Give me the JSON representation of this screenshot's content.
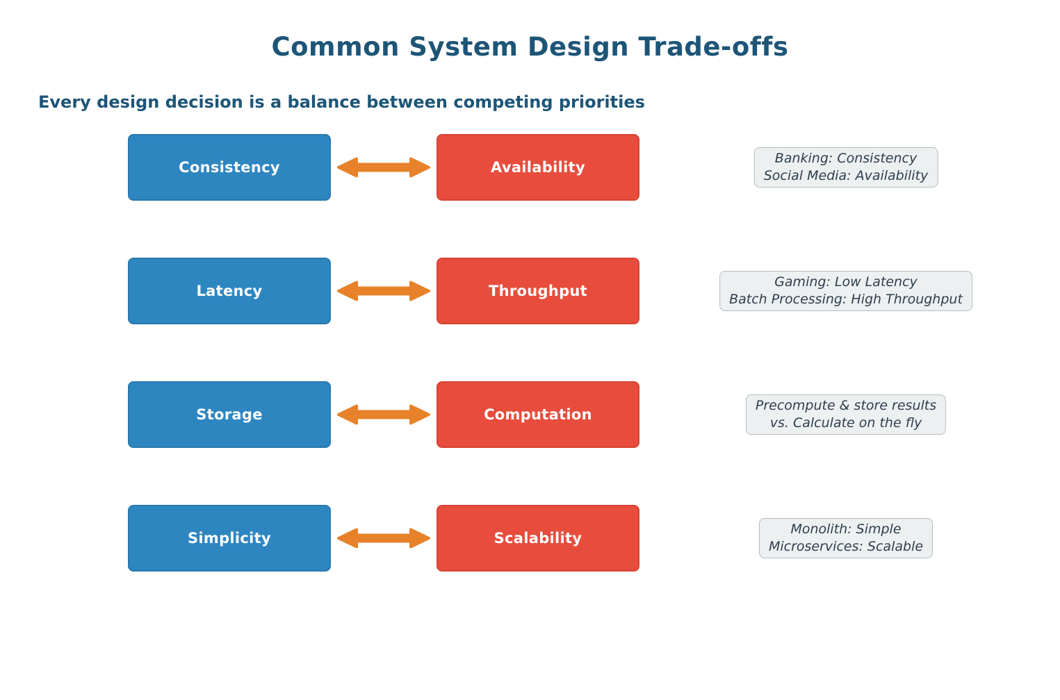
{
  "title": "Common System Design Trade-offs",
  "subtitle": "Every design decision is a balance between competing priorities",
  "colors": {
    "heading": "#1d5577",
    "left_box": "#2e86c1",
    "left_box_border": "#2878ad",
    "right_box": "#e74c3c",
    "right_box_border": "#d64334",
    "arrow": "#e7822a",
    "note_bg": "#edf0f1",
    "note_border": "#b4bcbf",
    "note_text": "#2e3e4d",
    "box_text": "#ffffff"
  },
  "rows": [
    {
      "left": "Consistency",
      "right": "Availability",
      "note_line1": "Banking: Consistency",
      "note_line2": "Social Media: Availability"
    },
    {
      "left": "Latency",
      "right": "Throughput",
      "note_line1": "Gaming: Low Latency",
      "note_line2": "Batch Processing: High Throughput"
    },
    {
      "left": "Storage",
      "right": "Computation",
      "note_line1": "Precompute & store results",
      "note_line2": "vs. Calculate on the fly"
    },
    {
      "left": "Simplicity",
      "right": "Scalability",
      "note_line1": "Monolith: Simple",
      "note_line2": "Microservices: Scalable"
    }
  ]
}
